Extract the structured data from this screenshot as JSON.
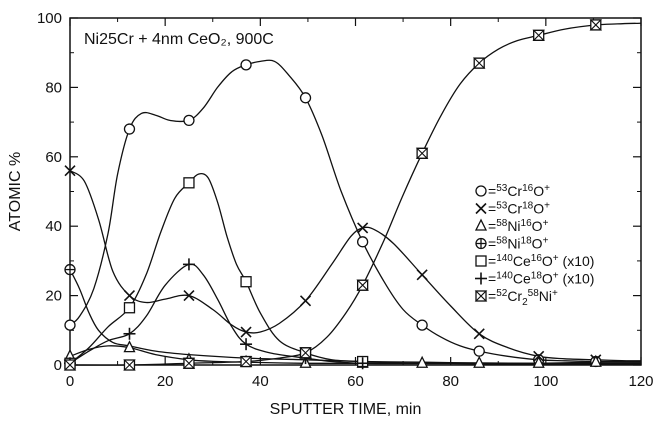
{
  "chart_data": {
    "type": "line",
    "title": "Ni25Cr + 4nm CeO₂, 900C",
    "xlabel": "SPUTTER TIME, min",
    "ylabel": "ATOMIC %",
    "xlim": [
      0,
      120
    ],
    "ylim": [
      0,
      100
    ],
    "xticks": [
      0,
      20,
      40,
      60,
      80,
      100,
      120
    ],
    "yticks": [
      0,
      20,
      40,
      60,
      80,
      100
    ],
    "grid": false,
    "legend_position": "right",
    "series": [
      {
        "name": "O=53Cr16O+",
        "legend": {
          "sym": "circle",
          "parts": [
            [
              "=",
              0
            ],
            [
              "53",
              1
            ],
            [
              "Cr",
              0
            ],
            [
              "16",
              1
            ],
            [
              "O",
              0
            ],
            [
              "+",
              1
            ]
          ]
        },
        "marker": "circle",
        "x": [
          0,
          12.5,
          25,
          37,
          49.5,
          61.5,
          74,
          86,
          98.5,
          110.5
        ],
        "y": [
          11.5,
          68,
          70.5,
          86.5,
          77,
          35.5,
          11.5,
          4,
          1.5,
          1
        ],
        "curve_x": [
          0,
          2,
          5,
          8,
          10,
          12.5,
          15,
          18,
          21,
          25,
          28,
          31,
          34,
          37,
          40,
          43,
          46,
          49.5,
          53,
          57,
          61.5,
          66,
          70,
          74,
          78,
          82,
          86,
          92,
          98.5,
          104,
          110.5,
          115,
          120
        ],
        "curve_y": [
          11.5,
          14,
          22,
          38,
          55,
          68,
          72.5,
          72,
          70.5,
          70.5,
          74,
          80,
          84.5,
          86.5,
          87.5,
          87.5,
          83.5,
          77,
          66,
          50,
          35.5,
          24,
          16,
          11.5,
          8,
          5.5,
          4,
          2.5,
          1.5,
          1.2,
          1,
          1,
          1
        ]
      },
      {
        "name": "X=53Cr18O+",
        "legend": {
          "sym": "x",
          "parts": [
            [
              "=",
              0
            ],
            [
              "53",
              1
            ],
            [
              "Cr",
              0
            ],
            [
              "18",
              1
            ],
            [
              "O",
              0
            ],
            [
              "+",
              1
            ]
          ]
        },
        "marker": "x",
        "x": [
          0,
          12.5,
          25,
          37,
          49.5,
          61.5,
          74,
          86,
          98.5,
          110.5
        ],
        "y": [
          56,
          20,
          20,
          9.5,
          18.5,
          39.5,
          26,
          9,
          2.5,
          1.5
        ],
        "curve_x": [
          0,
          3,
          6,
          9,
          12.5,
          16,
          20,
          25,
          30,
          34,
          37,
          40,
          44,
          49.5,
          55,
          59,
          61.5,
          64,
          68,
          74,
          80,
          86,
          92,
          98.5,
          104,
          110.5,
          115,
          120
        ],
        "curve_y": [
          56,
          53,
          42,
          27,
          20,
          18,
          19,
          20,
          16,
          11.5,
          9.5,
          9.5,
          12,
          18.5,
          29,
          37,
          39.5,
          39,
          35,
          26,
          17,
          9,
          5,
          2.5,
          1.8,
          1.5,
          1.3,
          1.2
        ]
      },
      {
        "name": "Δ=58Ni16O+",
        "legend": {
          "sym": "triangle",
          "parts": [
            [
              "=",
              0
            ],
            [
              "58",
              1
            ],
            [
              "Ni",
              0
            ],
            [
              "16",
              1
            ],
            [
              "O",
              0
            ],
            [
              "+",
              1
            ]
          ]
        },
        "marker": "triangle",
        "x": [
          0,
          12.5,
          25,
          37,
          49.5,
          61.5,
          74,
          86,
          98.5,
          110.5
        ],
        "y": [
          2.5,
          5,
          1.5,
          0.8,
          0.5,
          0.5,
          0.5,
          0.5,
          0.5,
          0.8
        ],
        "curve_x": [
          0,
          4,
          8,
          12.5,
          18,
          25,
          31,
          37,
          49.5,
          61.5,
          74,
          86,
          98.5,
          110.5,
          120
        ],
        "curve_y": [
          2.5,
          4.5,
          5.5,
          5,
          3,
          1.5,
          1,
          0.8,
          0.5,
          0.5,
          0.5,
          0.5,
          0.5,
          0.8,
          0.8
        ]
      },
      {
        "name": "⊕=58Ni18O+",
        "legend": {
          "sym": "circleplus",
          "parts": [
            [
              "=",
              0
            ],
            [
              "58",
              1
            ],
            [
              "Ni",
              0
            ],
            [
              "18",
              1
            ],
            [
              "O",
              0
            ],
            [
              "+",
              1
            ]
          ]
        },
        "marker": "circleplus",
        "x": [
          0
        ],
        "y": [
          27.5
        ],
        "curve_x": [
          0,
          2,
          4,
          6,
          9,
          12.5,
          18,
          25,
          37,
          49.5,
          61.5,
          74,
          86,
          98.5,
          110.5,
          120
        ],
        "curve_y": [
          27.5,
          22,
          15,
          10,
          6.5,
          5.5,
          4,
          3,
          2,
          1.5,
          1,
          0.8,
          0.6,
          0.5,
          0.5,
          0.5
        ]
      },
      {
        "name": "□=140Ce16O+ (x10)",
        "legend": {
          "sym": "square",
          "parts": [
            [
              "=",
              0
            ],
            [
              "140",
              1
            ],
            [
              "Ce",
              0
            ],
            [
              "16",
              1
            ],
            [
              "O",
              0
            ],
            [
              "+",
              1
            ],
            [
              " (x10)",
              0
            ]
          ]
        },
        "marker": "square",
        "x": [
          0,
          12.5,
          25,
          37,
          49.5,
          61.5
        ],
        "y": [
          0.5,
          16.5,
          52.5,
          24,
          3.5,
          1
        ],
        "curve_x": [
          0,
          4,
          8,
          12.5,
          16,
          19,
          22,
          25,
          27,
          29,
          31,
          33,
          35,
          37,
          40,
          44,
          49.5,
          55,
          61.5,
          70,
          80,
          90,
          100,
          110,
          120
        ],
        "curve_y": [
          0.5,
          5,
          11,
          16.5,
          26,
          38,
          48,
          52.5,
          55,
          54,
          47,
          37,
          29,
          24,
          15,
          7,
          3.5,
          1.5,
          1,
          0.5,
          0.5,
          0.3,
          0.3,
          0.3,
          0.3
        ]
      },
      {
        "name": "+=140Ce18O+ (x10)",
        "legend": {
          "sym": "plus",
          "parts": [
            [
              "=",
              0
            ],
            [
              "140",
              1
            ],
            [
              "Ce",
              0
            ],
            [
              "18",
              1
            ],
            [
              "O",
              0
            ],
            [
              "+",
              1
            ],
            [
              " (x10)",
              0
            ]
          ]
        },
        "marker": "plus",
        "x": [
          0,
          12.5,
          25,
          37,
          49.5,
          61.5
        ],
        "y": [
          0.5,
          9,
          29,
          6,
          2,
          0.5
        ],
        "curve_x": [
          0,
          4,
          8,
          12.5,
          16,
          20,
          25,
          28,
          31,
          34,
          37,
          42,
          49.5,
          55,
          61.5,
          70,
          80,
          90,
          100,
          110,
          120
        ],
        "curve_y": [
          0.5,
          4,
          7,
          9,
          14,
          23,
          29,
          26,
          19,
          11,
          6,
          3.5,
          2,
          1,
          0.5,
          0.4,
          0.4,
          0.3,
          0.3,
          0.3,
          0.3
        ]
      },
      {
        "name": "⧖=52Cr258Ni+",
        "legend": {
          "sym": "hourglass",
          "parts": [
            [
              "=",
              0
            ],
            [
              "52",
              1
            ],
            [
              "Cr",
              0
            ],
            [
              "2",
              -1
            ],
            [
              "58",
              1
            ],
            [
              "Ni",
              0
            ],
            [
              "+",
              1
            ]
          ]
        },
        "marker": "hourglass",
        "x": [
          0,
          12.5,
          25,
          37,
          49.5,
          61.5,
          74,
          86,
          98.5,
          110.5
        ],
        "y": [
          0,
          0,
          0.5,
          1,
          3.5,
          23,
          61,
          87,
          95,
          98
        ],
        "curve_x": [
          0,
          12.5,
          25,
          37,
          44,
          49.5,
          54,
          58,
          61.5,
          66,
          70,
          74,
          78,
          82,
          86,
          90,
          94,
          98.5,
          104,
          110.5,
          115,
          120
        ],
        "curve_y": [
          0,
          0,
          0.5,
          1,
          2,
          3.5,
          8,
          15,
          23,
          36,
          49,
          61,
          72,
          81,
          87,
          91,
          93.5,
          95,
          96.8,
          98,
          98.3,
          98.5
        ]
      }
    ]
  }
}
